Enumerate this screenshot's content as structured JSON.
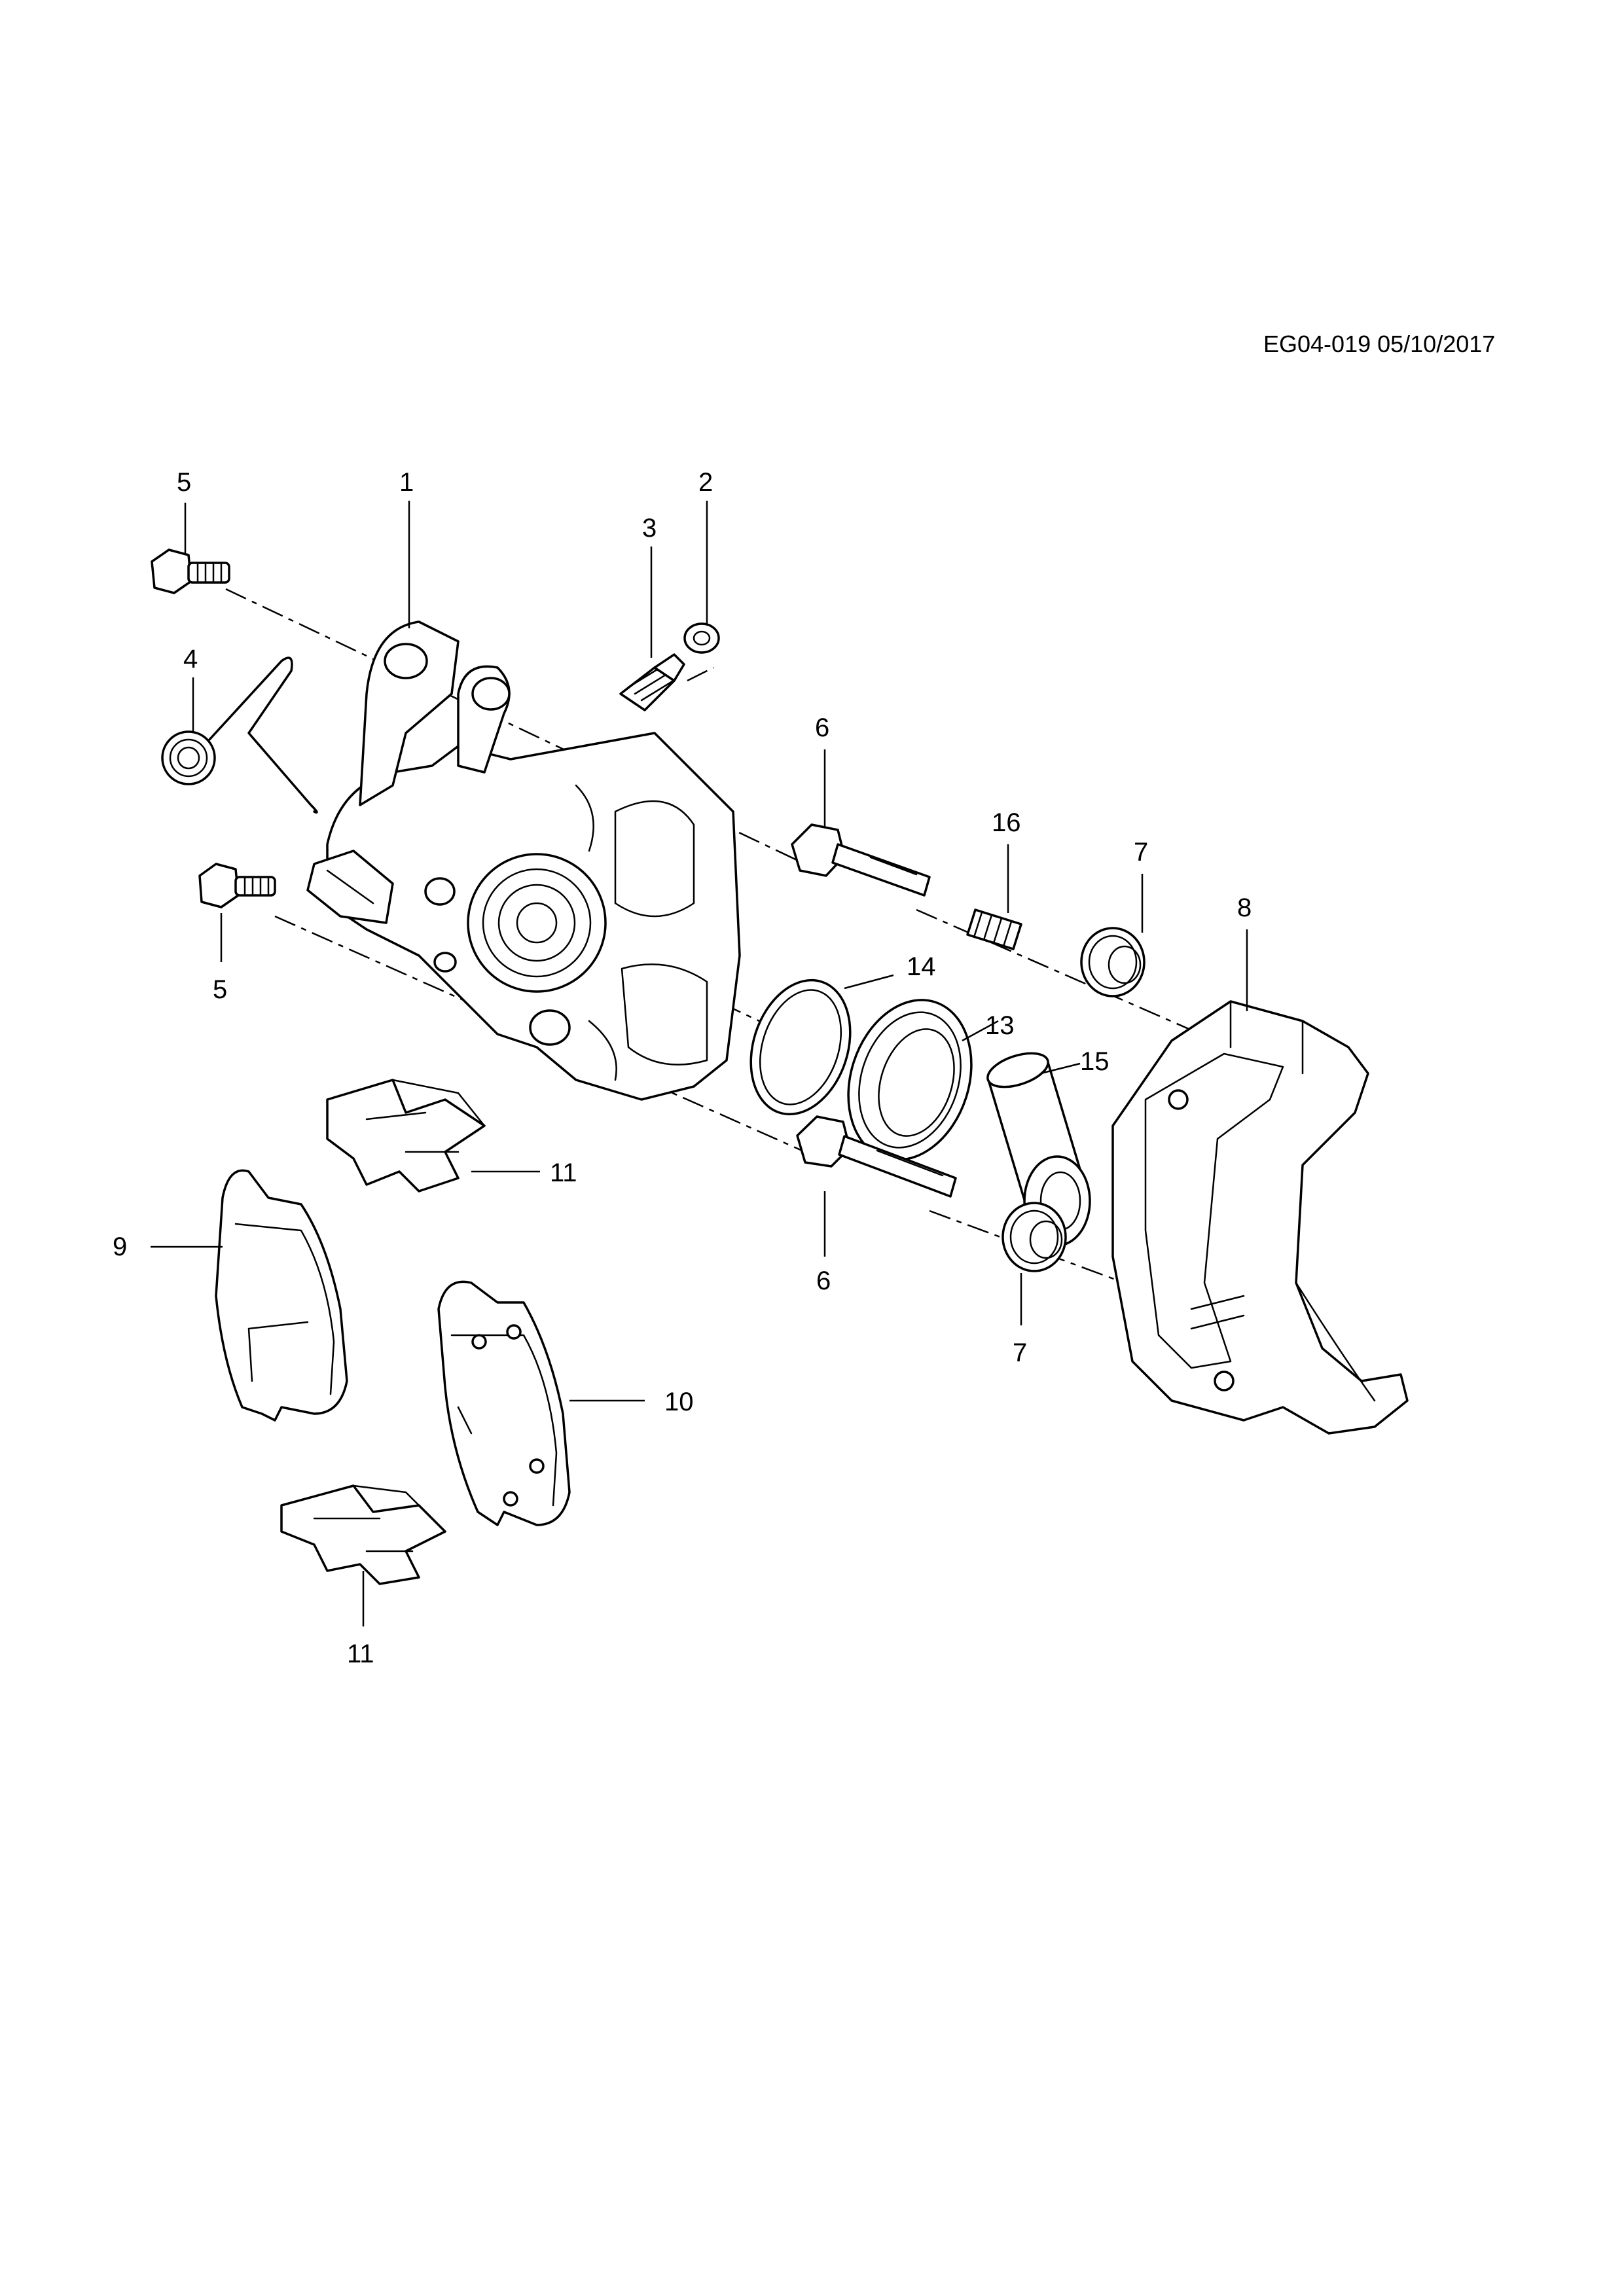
{
  "document": {
    "code": "EG04-019 05/10/2017"
  },
  "callouts": {
    "c1": "1",
    "c2": "2",
    "c3": "3",
    "c4": "4",
    "c5a": "5",
    "c5b": "5",
    "c6a": "6",
    "c6b": "6",
    "c7a": "7",
    "c7b": "7",
    "c8": "8",
    "c9": "9",
    "c10": "10",
    "c11a": "11",
    "c11b": "11",
    "c13": "13",
    "c14": "14",
    "c15": "15",
    "c16": "16"
  }
}
